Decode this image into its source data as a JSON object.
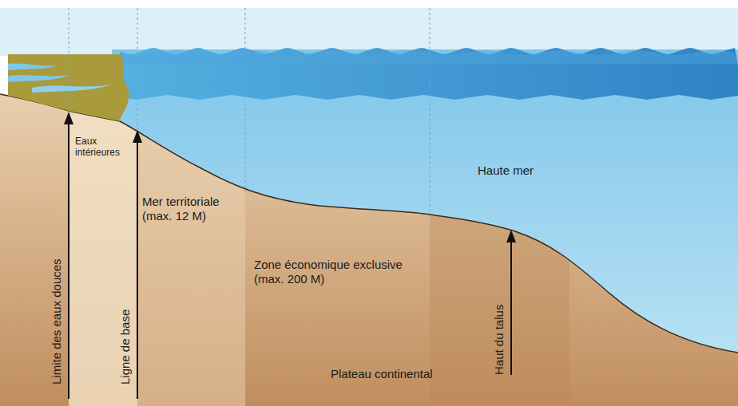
{
  "diagram": {
    "labels": [
      "Eaux intérieures",
      "Mer territoriale (max. 12 M)",
      "Haute mer",
      "Zone économique exclusive (max. 200 M)",
      "Plateau continental",
      "Limite des eaux douces",
      "Ligne de base",
      "Haut du talus"
    ]
  }
}
